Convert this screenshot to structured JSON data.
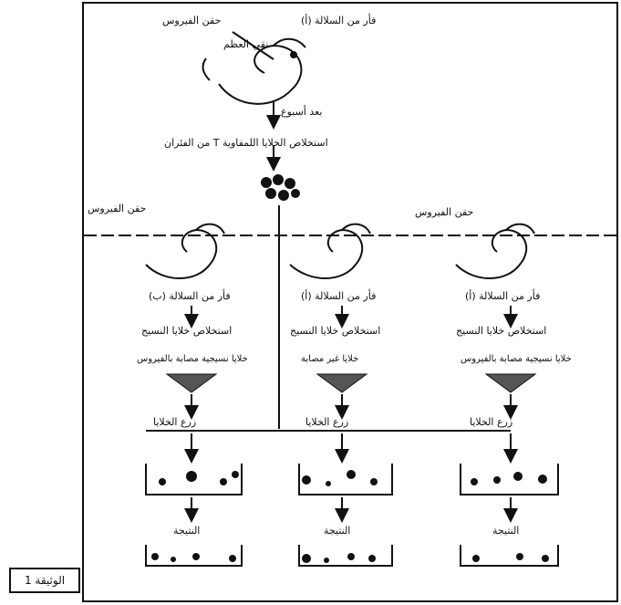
{
  "document_label": "الوثيقة 1",
  "top": {
    "virus_injection_label": "حقن الفيروس",
    "strain_label": "فأر من السلالة (أ)",
    "bone_marrow_label": "نقي العظم",
    "after_week_label": "بعد أسبوع",
    "extract_label": "استخلاص الخلايا اللمفاوية T من الفئران"
  },
  "second_row": {
    "left_virus_label": "حقن الفيروس",
    "right_virus_label": "حقن الفيروس"
  },
  "columns": [
    {
      "mouse_label": "فأر من السلالة (ب)",
      "extract_label": "استخلاص خلايا النسيج",
      "infection_label": "خلايا نسيجية مصابة بالفيروس",
      "culture_label": "زرع الخلايا",
      "result_label": "النتيجة"
    },
    {
      "mouse_label": "فأر من السلالة (أ)",
      "extract_label": "استخلاص خلايا النسيج",
      "infection_label": "خلايا غير مصابة",
      "culture_label": "زرع الخلايا",
      "result_label": "النتيجة"
    },
    {
      "mouse_label": "فأر من السلالة (أ)",
      "extract_label": "استخلاص خلايا النسيج",
      "infection_label": "خلايا نسيجية مصابة بالفيروس",
      "culture_label": "زرع الخلايا",
      "result_label": "النتيجة"
    }
  ]
}
